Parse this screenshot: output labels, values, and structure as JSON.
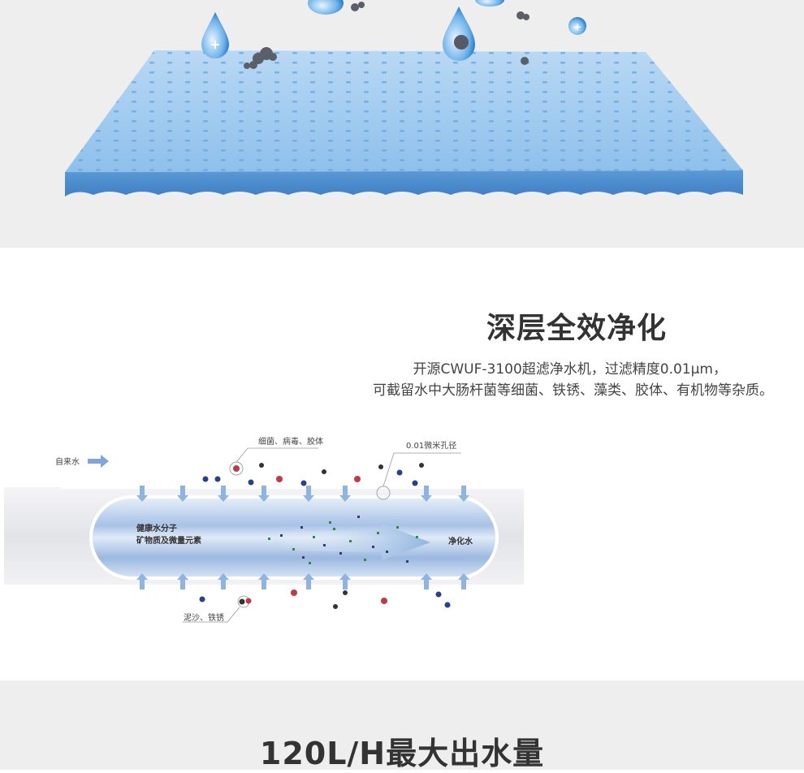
{
  "membrane_section": {},
  "deep_purify": {
    "title": "深层全效净化",
    "desc_line1": "开源CWUF-3100超滤净水机，过滤精度0.01μm，",
    "desc_line2": "可截留水中大肠杆菌等细菌、铁锈、藻类、胶体、有机物等杂质。"
  },
  "diagram": {
    "inlet_label": "自来水",
    "bacteria_label": "细菌、病毒、胶体",
    "pore_label": "0.01微米孔径",
    "inner_label_1": "健康水分子",
    "inner_label_2": "矿物质及微量元素",
    "outlet_label": "净化水",
    "sediment_label": "泥沙、铁锈",
    "colors": {
      "water_blue": "#8fb4e0",
      "arrow_blue": "#7fa6d9",
      "bacteria_red": "#c0394b",
      "dark_particle": "#333333"
    }
  },
  "flow_section": {
    "title": "120L/H最大出水量"
  }
}
